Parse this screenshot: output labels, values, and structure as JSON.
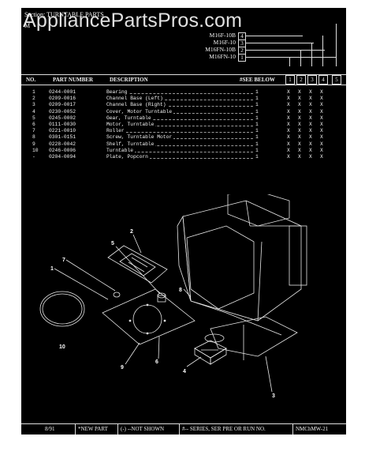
{
  "watermark": "AppliancePartsPros.com",
  "header": {
    "section_label": "Section: TURNTABLE PARTS",
    "mini": "M",
    "models": [
      {
        "name": "M16F-10B",
        "num": "4"
      },
      {
        "name": "M16F-10",
        "num": "3"
      },
      {
        "name": "M16FN-10B",
        "num": "2"
      },
      {
        "name": "M16FN-10",
        "num": "1"
      }
    ]
  },
  "columns": {
    "no": "NO.",
    "part_number": "PART NUMBER",
    "description": "DESCRIPTION",
    "see_below": "#SEE BELOW",
    "see_boxes": [
      "1",
      "2",
      "3",
      "4",
      "5"
    ]
  },
  "parts": [
    {
      "no": "1",
      "part": "0244-0001",
      "desc": "Bearing",
      "qty": "1",
      "marks": [
        "X",
        "X",
        "X",
        "X"
      ]
    },
    {
      "no": "2",
      "part": "0209-0016",
      "desc": "Channel Base (Left)",
      "qty": "1",
      "marks": [
        "X",
        "X",
        "X",
        "X"
      ]
    },
    {
      "no": "3",
      "part": "0209-0017",
      "desc": "Channel Base (Right)",
      "qty": "1",
      "marks": [
        "X",
        "X",
        "X",
        "X"
      ]
    },
    {
      "no": "4",
      "part": "0230-0052",
      "desc": "Cover, Motor Turntable",
      "qty": "1",
      "marks": [
        "X",
        "X",
        "X",
        "X"
      ]
    },
    {
      "no": "5",
      "part": "0245-0002",
      "desc": "Gear, Turntable",
      "qty": "1",
      "marks": [
        "X",
        "X",
        "X",
        "X"
      ]
    },
    {
      "no": "6",
      "part": "0111-0030",
      "desc": "Motor, Turntable",
      "qty": "1",
      "marks": [
        "X",
        "X",
        "X",
        "X"
      ]
    },
    {
      "no": "7",
      "part": "0221-0010",
      "desc": "Roller",
      "qty": "1",
      "marks": [
        "X",
        "X",
        "X",
        "X"
      ]
    },
    {
      "no": "8",
      "part": "0301-0151",
      "desc": "Screw, Turntable Motor",
      "qty": "1",
      "marks": [
        "X",
        "X",
        "X",
        "X"
      ]
    },
    {
      "no": "9",
      "part": "0228-0042",
      "desc": "Shelf, Turntable",
      "qty": "1",
      "marks": [
        "X",
        "X",
        "X",
        "X"
      ]
    },
    {
      "no": "10",
      "part": "0246-0006",
      "desc": "Turntable",
      "qty": "1",
      "marks": [
        "X",
        "X",
        "X",
        "X"
      ]
    },
    {
      "no": "-",
      "part": "0204-0094",
      "desc": "Plate, Popcorn",
      "qty": "1",
      "marks": [
        "X",
        "X",
        "X",
        "X"
      ]
    }
  ],
  "diagram_labels": [
    "1",
    "2",
    "3",
    "4",
    "5",
    "6",
    "7",
    "8",
    "9",
    "10"
  ],
  "footer": {
    "date": "8/91",
    "new_part": "*NEW PART",
    "not_shown": "(-) --NOT SHOWN",
    "series": "#-- SERIES, SER PRE OR RUN NO.",
    "code": "NMChMW-21"
  }
}
